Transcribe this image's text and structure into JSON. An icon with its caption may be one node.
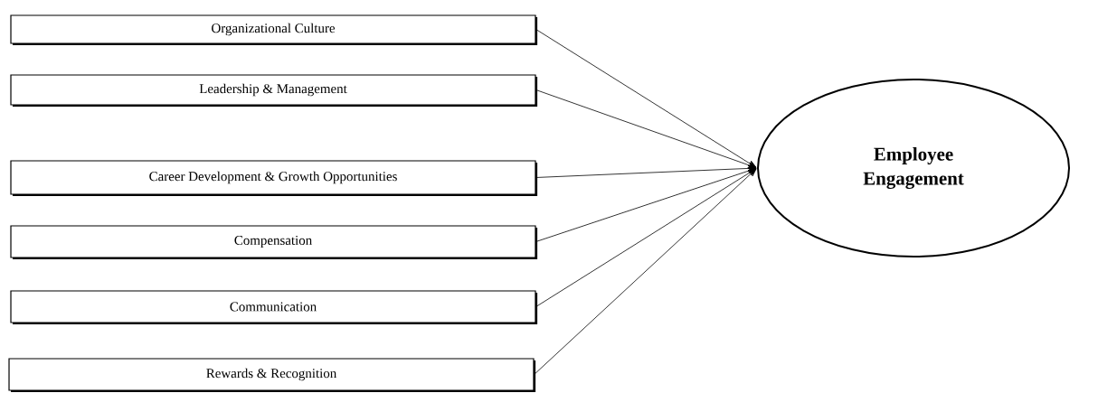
{
  "diagram": {
    "nodes": [
      {
        "text": [
          "Organizational Culture"
        ]
      },
      {
        "text": [
          "Leadership & Management"
        ]
      },
      {
        "text": [
          "Career Development & Growth Opportunities"
        ]
      },
      {
        "text": [
          "Compensation"
        ]
      },
      {
        "text": [
          "Communication"
        ]
      },
      {
        "text": [
          "Rewards & Recognition"
        ]
      },
      {
        "text": [
          "Employee Engagement"
        ]
      }
    ],
    "edges": [
      {
        "from": 0,
        "to": 6,
        "arrow": "to"
      },
      {
        "from": 1,
        "to": 6,
        "arrow": "to"
      },
      {
        "from": 2,
        "to": 6,
        "arrow": "to"
      },
      {
        "from": 3,
        "to": 6,
        "arrow": "to"
      },
      {
        "from": 4,
        "to": 6,
        "arrow": "to"
      },
      {
        "from": 5,
        "to": 6,
        "arrow": "to"
      }
    ]
  }
}
